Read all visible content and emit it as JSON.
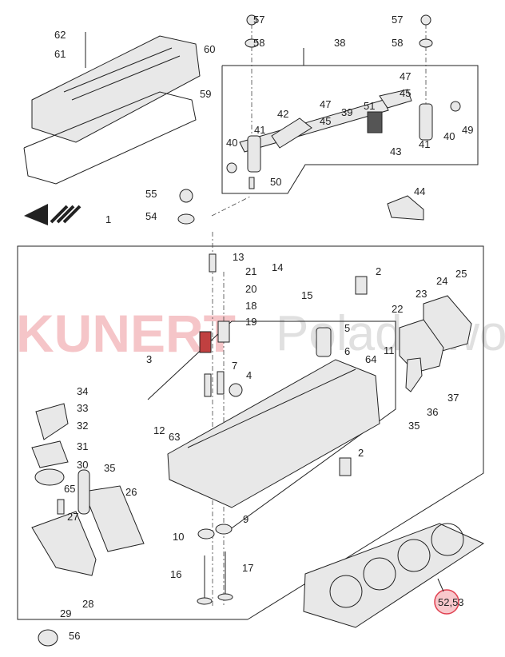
{
  "watermark": {
    "brand": "KUNERT",
    "suffix": "Polado wo"
  },
  "labels": {
    "l57a": "57",
    "l58a": "58",
    "l38": "38",
    "l57b": "57",
    "l58b": "58",
    "l62": "62",
    "l61": "61",
    "l60": "60",
    "l59": "59",
    "l47a": "47",
    "l45a": "45",
    "l47b": "47",
    "l45b": "45",
    "l42": "42",
    "l39": "39",
    "l51": "51",
    "l49": "49",
    "l41a": "41",
    "l41b": "41",
    "l40a": "40",
    "l40b": "40",
    "l43": "43",
    "l50": "50",
    "l44": "44",
    "l55": "55",
    "l54": "54",
    "l1": "1",
    "l13": "13",
    "l21": "21",
    "l20": "20",
    "l18": "18",
    "l19": "19",
    "l14": "14",
    "l15": "15",
    "l2a": "2",
    "l24": "24",
    "l25": "25",
    "l23": "23",
    "l22": "22",
    "l5": "5",
    "l6": "6",
    "l11": "11",
    "l64": "64",
    "l3": "3",
    "l7": "7",
    "l4": "4",
    "l34": "34",
    "l33": "33",
    "l32": "32",
    "l12": "12",
    "l63": "63",
    "l37": "37",
    "l36": "36",
    "l35a": "35",
    "l31": "31",
    "l30": "30",
    "l35b": "35",
    "l2b": "2",
    "l26": "26",
    "l65": "65",
    "l27": "27",
    "l9": "9",
    "l10": "10",
    "l16": "16",
    "l17": "17",
    "l28": "28",
    "l29": "29",
    "l56": "56",
    "l52": "52,53"
  },
  "highlight_color": "#e04050"
}
